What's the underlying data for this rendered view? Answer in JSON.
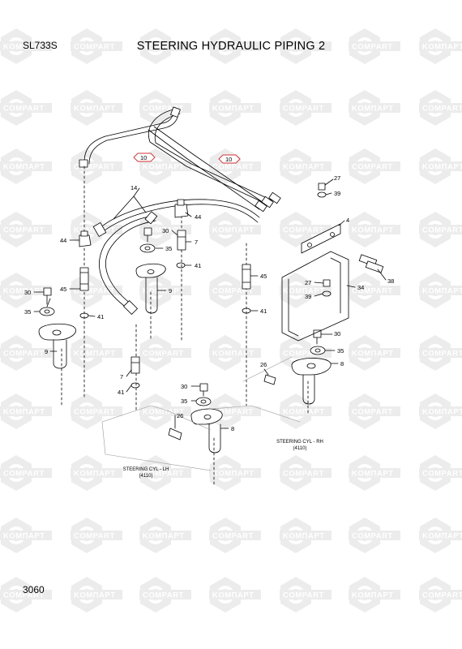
{
  "header": {
    "model": "SL733S",
    "title": "STEERING HYDRAULIC PIPING 2"
  },
  "footer": {
    "page_number": "3060"
  },
  "watermark": {
    "brand_latin": "COMPART",
    "brand_cyrillic": "KOMПAPT",
    "color": "#ececec"
  },
  "callouts": {
    "c10a": "10",
    "c10b": "10",
    "c14": "14",
    "c44a": "44",
    "c44b": "44",
    "c30a": "30",
    "c35a": "35",
    "c7a": "7",
    "c41a": "41",
    "c9a": "9",
    "c30b": "30",
    "c45a": "45",
    "c35b": "35",
    "c41b": "41",
    "c9b": "9",
    "c7b": "7",
    "c41c": "41",
    "c30c": "30",
    "c35c": "35",
    "c26a": "26",
    "c8a": "8",
    "c45b": "45",
    "c41d": "41",
    "c26b": "26",
    "c27a": "27",
    "c39a": "39",
    "c4": "4",
    "c27b": "27",
    "c39b": "39",
    "c34": "34",
    "c38": "38",
    "c30d": "30",
    "c35d": "35",
    "c8b": "8"
  },
  "captions": {
    "steer_rh_1": "STEERING CYL - RH",
    "steer_rh_2": "(4110)",
    "steer_lh_1": "STEERING CYL - LH",
    "steer_lh_2": "(4110)"
  },
  "highlight_color": "#d0343a"
}
